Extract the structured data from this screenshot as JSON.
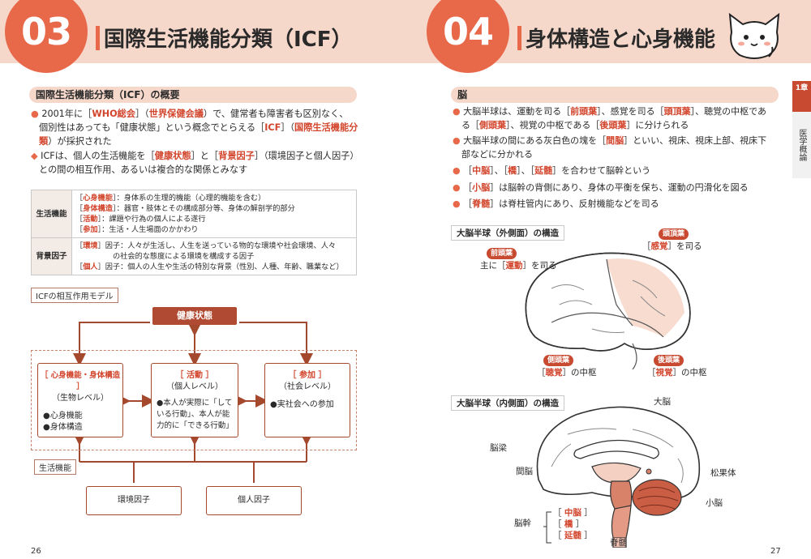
{
  "left": {
    "number": "03",
    "title": "国際生活機能分類（ICF）",
    "section": "国際生活機能分類（ICF）の概要",
    "p1": {
      "a": "2001年に［",
      "k1": "WHO総会",
      "b": "］（",
      "k2": "世界保健会議",
      "c": "）で、健常者も障害者も区別なく、",
      "d": "個別性はあっても「健康状態」という概念でとらえる［",
      "k3": "ICF",
      "e": "］（",
      "k4": "国際生活機能分",
      "f": "類",
      "g": "）が採択された"
    },
    "p2": {
      "a": "ICFは、個人の生活機能を［",
      "k1": "健康状態",
      "b": "］と［",
      "k2": "背景因子",
      "c": "］（環境因子と個人因子）",
      "d": "との間の相互作用、あるいは複合的な関係とみなす"
    },
    "table": {
      "row1_head": "生活機能",
      "row1": [
        {
          "k": "心身機能",
          "t": "：身体系の生理的機能（心理的機能を含む）"
        },
        {
          "k": "身体構造",
          "t": "：器官・肢体とその構成部分等、身体の解剖学的部分"
        },
        {
          "k": "活動",
          "t": "：課題や行為の個人による遂行"
        },
        {
          "k": "参加",
          "t": "：生活・人生場面のかかわり"
        }
      ],
      "row2_head": "背景因子",
      "row2a_k": "環境",
      "row2a_t": "因子：人々が生活し、人生を送っている物的な環境や社会環境、人々",
      "row2a_t2": "の社会的な態度による環境を構成する因子",
      "row2b_k": "個人",
      "row2b_t": "因子：個人の人生や生活の特別な背景（性別、人種、年齢、職業など）"
    },
    "fig": {
      "title": "ICFの相互作用モデル",
      "health": "健康状態",
      "box1_title": "［ 心身機能・身体構造 ］",
      "box1_sub": "（生物レベル）",
      "box1_b1": "●心身機能",
      "box1_b2": "●身体構造",
      "box2_title": "［ 活動 ］",
      "box2_sub": "（個人レベル）",
      "box2_b1": "●本人が実際に「して",
      "box2_b2": "いる行動」、本人が能",
      "box2_b3": "力的に「できる行動」",
      "box3_title": "［ 参加 ］",
      "box3_sub": "（社会レベル）",
      "box3_b1": "●実社会への参加",
      "life_label": "生活機能",
      "env": "環境因子",
      "personal": "個人因子"
    },
    "page_number": "26"
  },
  "right": {
    "number": "04",
    "title": "身体構造と心身機能",
    "section": "脳",
    "bullets": [
      {
        "a": "大脳半球は、運動を司る［",
        "k1": "前頭葉",
        "b": "］、感覚を司る［",
        "k2": "頭頂葉",
        "c": "］、聴覚の中枢であ"
      },
      {
        "a": "る［",
        "k1": "側頭葉",
        "b": "］、視覚の中枢である［",
        "k2": "後頭葉",
        "c": "］に分けられる"
      },
      {
        "a": "大脳半球の間にある灰白色の塊を［",
        "k1": "間脳",
        "b": "］といい、視床、視床上部、視床下"
      },
      {
        "a": "部などに分かれる"
      },
      {
        "a": "［",
        "k1": "中脳",
        "b": "］、［",
        "k2": "橋",
        "c": "］、［",
        "k3": "延髄",
        "d": "］を合わせて脳幹という"
      },
      {
        "a": "［",
        "k1": "小脳",
        "b": "］は脳幹の背側にあり、身体の平衡を保ち、運動の円滑化を図る"
      },
      {
        "a": "［",
        "k1": "脊髄",
        "b": "］は脊柱管内にあり、反射機能などを司る"
      }
    ],
    "fig1": {
      "title": "大脳半球（外側面）の構造",
      "frontal_chip": "前頭葉",
      "frontal_text_a": "主に［",
      "frontal_text_k": "運動",
      "frontal_text_b": "］を司る",
      "parietal_chip": "頭頂葉",
      "parietal_text_a": "［",
      "parietal_text_k": "感覚",
      "parietal_text_b": "］を司る",
      "temporal_chip": "側頭葉",
      "temporal_text_a": "［",
      "temporal_text_k": "聴覚",
      "temporal_text_b": "］の中枢",
      "occipital_chip": "後頭葉",
      "occipital_text_a": "［",
      "occipital_text_k": "視覚",
      "occipital_text_b": "］の中枢"
    },
    "fig2": {
      "title": "大脳半球（内側面）の構造",
      "cerebrum": "大脳",
      "corpus": "脳梁",
      "diencephalon": "間脳",
      "pineal": "松果体",
      "cerebellum": "小脳",
      "brainstem": "脳幹",
      "midbrain_k": "中脳",
      "pons_k": "橋",
      "medulla_k": "延髄",
      "spinal": "脊髄"
    },
    "side_tab_num": "1章",
    "side_tab_text": "医学概論",
    "page_number": "27"
  },
  "colors": {
    "accent": "#e8694a",
    "band": "#f6d8cb",
    "dark_red": "#b14a32",
    "key_red": "#d2452c"
  }
}
